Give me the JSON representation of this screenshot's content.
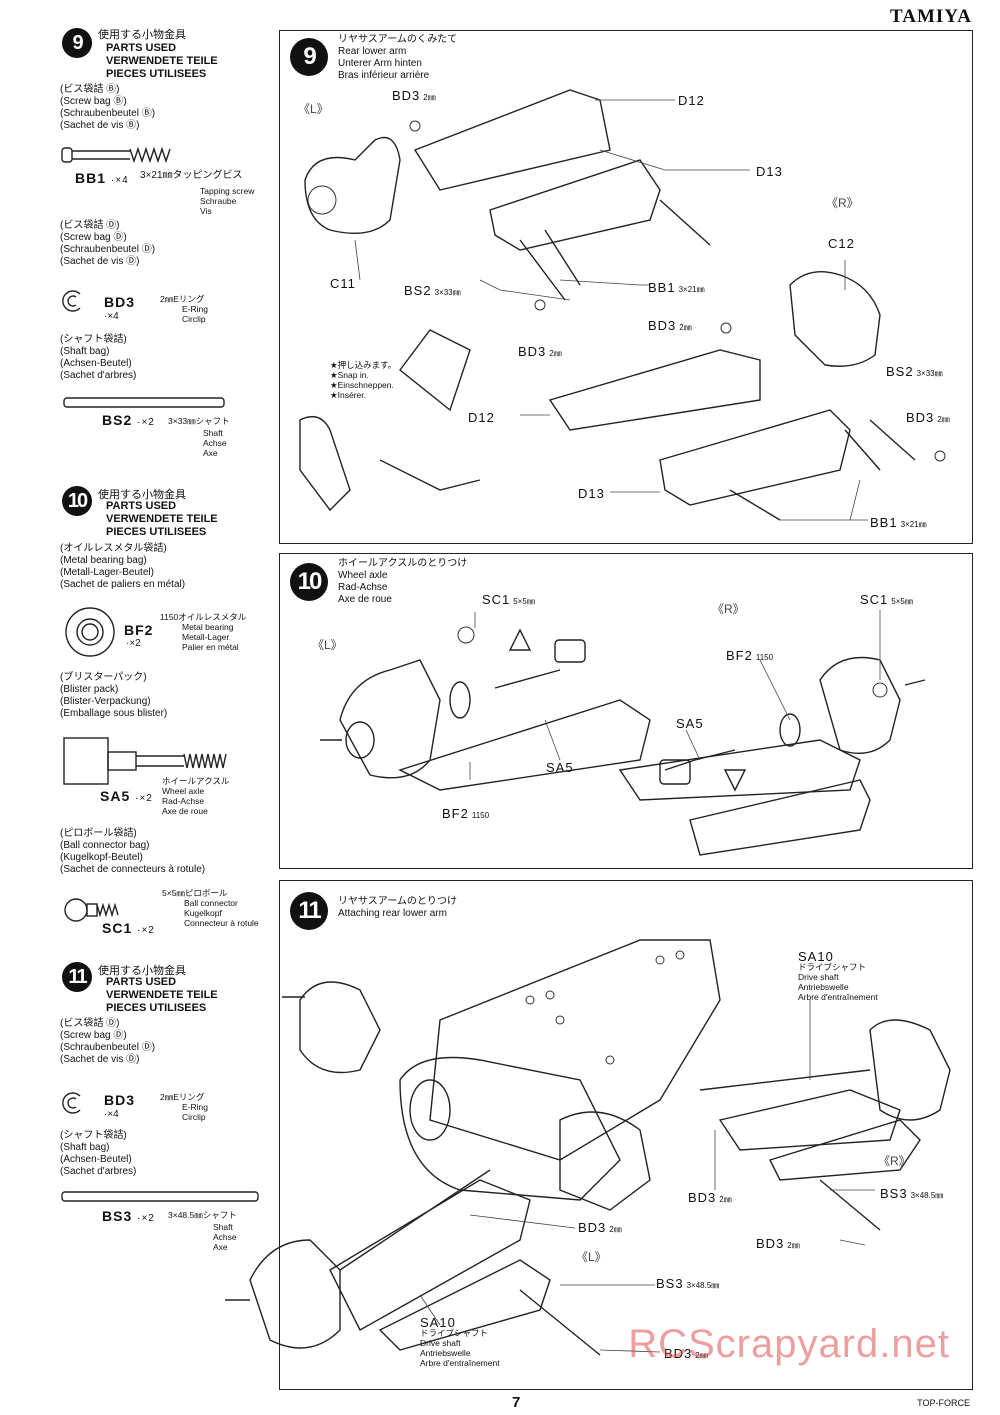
{
  "brand": "TAMIYA",
  "footer": {
    "page_number": "7",
    "model": "TOP-FORCE"
  },
  "watermark": "RCScrapyard.net",
  "common": {
    "parts_used_en": "PARTS USED",
    "parts_used_de": "VERWENDETE TEILE",
    "parts_used_fr": "PIECES UTILISEES",
    "jp_small_parts": "使用する小物金具"
  },
  "left": {
    "s9": {
      "num": "9",
      "screw_bag_jp": "(ビス袋詰 Ⓑ)",
      "screw_bag_en": "(Screw bag Ⓑ)",
      "screw_bag_de": "(Schraubenbeutel Ⓑ)",
      "screw_bag_fr": "(Sachet de vis Ⓑ)",
      "bb1_code": "BB1",
      "bb1_qty": "·×4",
      "bb1_spec": "3×21㎜タッピングビス",
      "bb1_en": "Tapping screw",
      "bb1_de": "Schraube",
      "bb1_fr": "Vis",
      "screw_bag2_jp": "(ビス袋詰 Ⓓ)",
      "screw_bag2_en": "(Screw bag Ⓓ)",
      "screw_bag2_de": "(Schraubenbeutel Ⓓ)",
      "screw_bag2_fr": "(Sachet de vis Ⓓ)",
      "bd3_code": "BD3",
      "bd3_qty": "·×4",
      "bd3_spec": "2㎜Eリング",
      "bd3_en": "E-Ring",
      "bd3_fr": "Circlip",
      "shaft_bag_jp": "(シャフト袋詰)",
      "shaft_bag_en": "(Shaft bag)",
      "shaft_bag_de": "(Achsen-Beutel)",
      "shaft_bag_fr": "(Sachet d'arbres)",
      "bs2_code": "BS2",
      "bs2_qty": "·×2",
      "bs2_spec": "3×33㎜シャフト",
      "bs2_en": "Shaft",
      "bs2_de": "Achse",
      "bs2_fr": "Axe"
    },
    "s10": {
      "num": "10",
      "metal_bag_jp": "(オイルレスメタル袋詰)",
      "metal_bag_en": "(Metal bearing bag)",
      "metal_bag_de": "(Metall-Lager-Beutel)",
      "metal_bag_fr": "(Sachet de paliers en métal)",
      "bf2_code": "BF2",
      "bf2_qty": "·×2",
      "bf2_spec": "1150オイルレスメタル",
      "bf2_en": "Metal bearing",
      "bf2_de": "Metall-Lager",
      "bf2_fr": "Palier en métal",
      "blister_jp": "(ブリスターパック)",
      "blister_en": "(Blister pack)",
      "blister_de": "(Blister-Verpackung)",
      "blister_fr": "(Emballage sous blister)",
      "sa5_code": "SA5",
      "sa5_qty": "·×2",
      "sa5_spec": "ホイールアクスル",
      "sa5_en": "Wheel axle",
      "sa5_de": "Rad-Achse",
      "sa5_fr": "Axe de roue",
      "ball_bag_jp": "(ピロボール袋詰)",
      "ball_bag_en": "(Ball connector bag)",
      "ball_bag_de": "(Kugelkopf-Beutel)",
      "ball_bag_fr": "(Sachet de connecteurs à rotule)",
      "sc1_code": "SC1",
      "sc1_qty": "·×2",
      "sc1_spec": "5×5㎜ピロボール",
      "sc1_en": "Ball connector",
      "sc1_de": "Kugelkopf",
      "sc1_fr": "Connecteur à rotule"
    },
    "s11": {
      "num": "11",
      "screw_bag_jp": "(ビス袋詰 Ⓓ)",
      "screw_bag_en": "(Screw bag Ⓓ)",
      "screw_bag_de": "(Schraubenbeutel Ⓓ)",
      "screw_bag_fr": "(Sachet de vis Ⓓ)",
      "bd3_code": "BD3",
      "bd3_qty": "·×4",
      "bd3_spec": "2㎜Eリング",
      "bd3_en": "E-Ring",
      "bd3_fr": "Circlip",
      "shaft_bag_jp": "(シャフト袋詰)",
      "shaft_bag_en": "(Shaft bag)",
      "shaft_bag_de": "(Achsen-Beutel)",
      "shaft_bag_fr": "(Sachet d'arbres)",
      "bs3_code": "BS3",
      "bs3_qty": "·×2",
      "bs3_spec": "3×48.5㎜シャフト",
      "bs3_en": "Shaft",
      "bs3_de": "Achse",
      "bs3_fr": "Axe"
    }
  },
  "panel9": {
    "num": "9",
    "title_jp": "リヤサスアームのくみたて",
    "title_en": "Rear lower arm",
    "title_de": "Unterer Arm hinten",
    "title_fr": "Bras inférieur arrière",
    "side_l": "《L》",
    "side_r": "《R》",
    "labels": {
      "bd3_a": "BD3",
      "bd3_a_sz": "2㎜",
      "d12_a": "D12",
      "d13_a": "D13",
      "c11": "C11",
      "bs2_a": "BS2",
      "bs2_a_sz": "3×33㎜",
      "bb1_a": "BB1",
      "bb1_a_sz": "3×21㎜",
      "bd3_b": "BD3",
      "bd3_b_sz": "2㎜",
      "c12": "C12",
      "bd3_c": "BD3",
      "bd3_c_sz": "2㎜",
      "bs2_b": "BS2",
      "bs2_b_sz": "3×33㎜",
      "bd3_d": "BD3",
      "bd3_d_sz": "2㎜",
      "d12_b": "D12",
      "d13_b": "D13",
      "bb1_b": "BB1",
      "bb1_b_sz": "3×21㎜"
    },
    "snap_jp": "★押し込みます。",
    "snap_en": "★Snap in.",
    "snap_de": "★Einschneppen.",
    "snap_fr": "★Insérer."
  },
  "panel10": {
    "num": "10",
    "title_jp": "ホイールアクスルのとりつけ",
    "title_en": "Wheel axle",
    "title_de": "Rad-Achse",
    "title_fr": "Axe de roue",
    "side_l": "《L》",
    "side_r": "《R》",
    "labels": {
      "sc1_a": "SC1",
      "sc1_a_sz": "5×5㎜",
      "sa5_a": "SA5",
      "bf2_a": "BF2",
      "bf2_a_sz": "1150",
      "sc1_b": "SC1",
      "sc1_b_sz": "5×5㎜",
      "bf2_b": "BF2",
      "bf2_b_sz": "1150",
      "sa5_b": "SA5"
    }
  },
  "panel11": {
    "num": "11",
    "title_jp": "リヤサスアームのとりつけ",
    "title_en": "Attaching rear lower arm",
    "side_r": "《R》",
    "side_l": "《L》",
    "sa10_top_code": "SA10",
    "sa10_top_jp": "ドライブシャフト",
    "sa10_top_en": "Drive shaft",
    "sa10_top_de": "Antriebswelle",
    "sa10_top_fr": "Arbre d'entraînement",
    "sa10_bot_code": "SA10",
    "sa10_bot_jp": "ドライブシャフト",
    "sa10_bot_en": "Drive shaft",
    "sa10_bot_de": "Antriebswelle",
    "sa10_bot_fr": "Arbre d'entraînement",
    "labels": {
      "bs3_a": "BS3",
      "bs3_a_sz": "3×48.5㎜",
      "bd3_a": "BD3",
      "bd3_a_sz": "2㎜",
      "bd3_b": "BD3",
      "bd3_b_sz": "2㎜",
      "bd3_c": "BD3",
      "bd3_c_sz": "2㎜",
      "bs3_b": "BS3",
      "bs3_b_sz": "3×48.5㎜",
      "bd3_d": "BD3",
      "bd3_d_sz": "2㎜"
    }
  }
}
